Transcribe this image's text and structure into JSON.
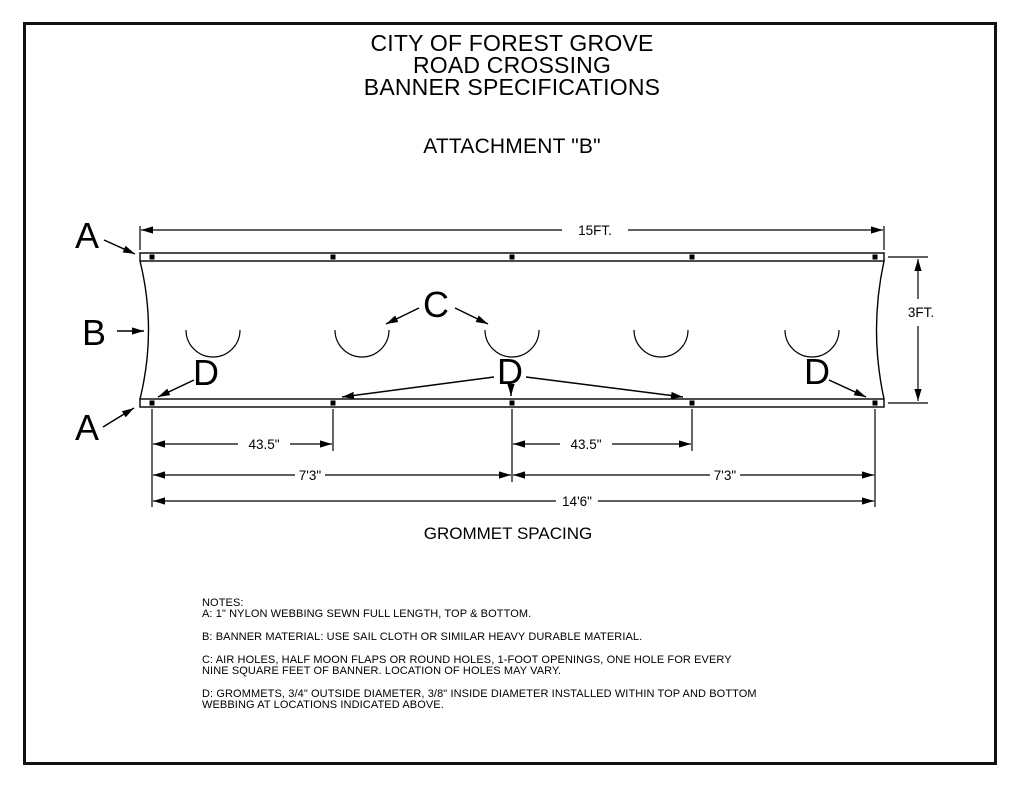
{
  "page": {
    "title_lines": [
      "CITY OF FOREST GROVE",
      "ROAD CROSSING",
      "BANNER SPECIFICATIONS"
    ],
    "subtitle": "ATTACHMENT \"B\""
  },
  "diagram": {
    "callouts": {
      "a_top": "A",
      "b": "B",
      "a_bottom": "A",
      "c": "C",
      "d_left": "D",
      "d_center": "D",
      "d_right": "D"
    },
    "dimensions": {
      "banner_width": "15FT.",
      "banner_height": "3FT.",
      "grommet_left": "43.5\"",
      "grommet_right": "43.5\"",
      "half_left": "7'3\"",
      "half_right": "7'3\"",
      "overall": "14'6\"",
      "caption": "GROMMET SPACING"
    },
    "colors": {
      "line": "#000000",
      "background": "#ffffff"
    }
  },
  "notes": {
    "paragraphs": [
      {
        "lines": [
          "NOTES:",
          "A: 1\" NYLON WEBBING SEWN FULL LENGTH, TOP & BOTTOM."
        ]
      },
      {
        "lines": [
          "B: BANNER MATERIAL: USE SAIL CLOTH OR SIMILAR HEAVY DURABLE MATERIAL."
        ]
      },
      {
        "lines": [
          "C: AIR HOLES, HALF MOON FLAPS OR ROUND HOLES, 1-FOOT OPENINGS, ONE HOLE FOR EVERY",
          "NINE SQUARE FEET OF BANNER. LOCATION OF HOLES MAY VARY."
        ]
      },
      {
        "lines": [
          "D: GROMMETS, 3/4\" OUTSIDE DIAMETER, 3/8\" INSIDE DIAMETER INSTALLED WITHIN TOP AND BOTTOM",
          "WEBBING AT LOCATIONS INDICATED ABOVE."
        ]
      }
    ]
  }
}
